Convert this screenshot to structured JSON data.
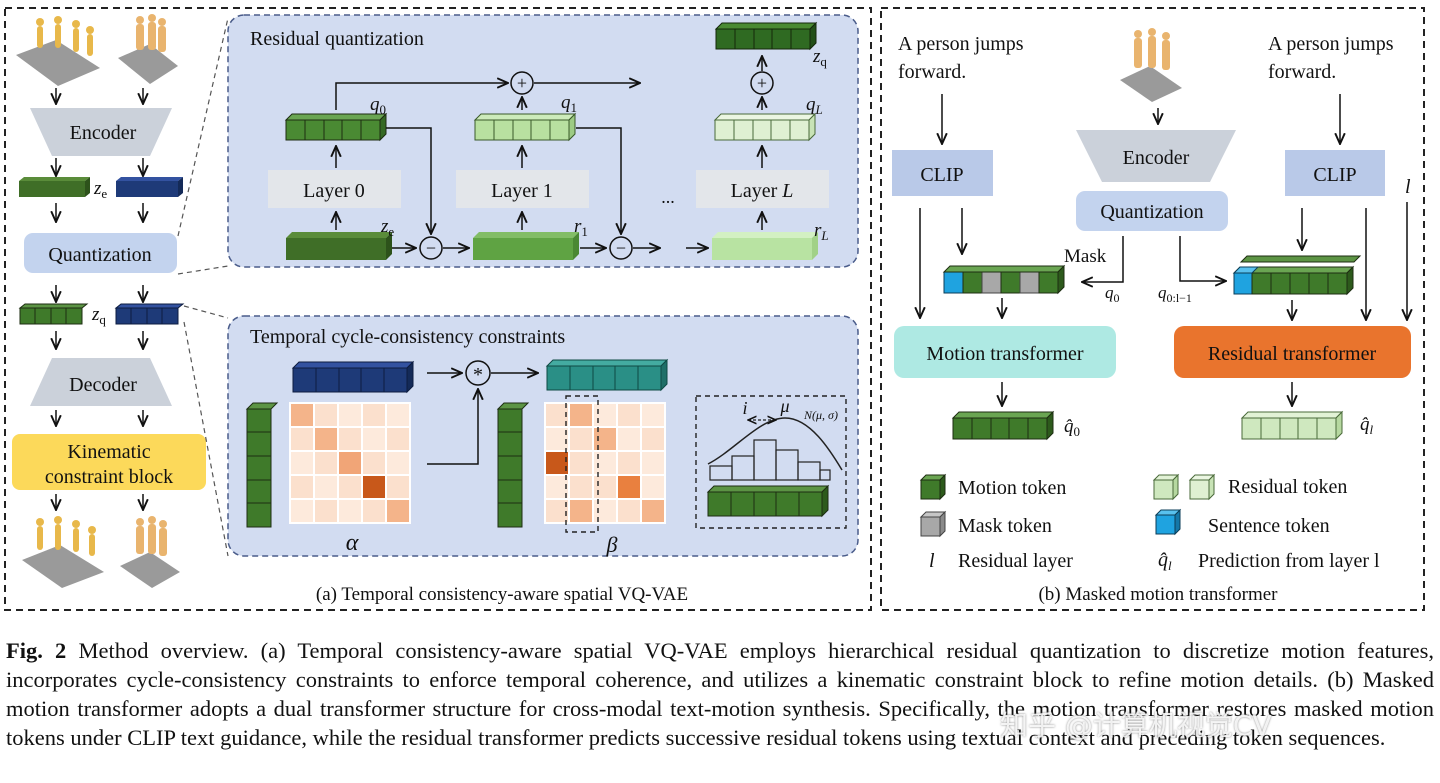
{
  "panel_a": {
    "encoder": "Encoder",
    "quantization": "Quantization",
    "decoder": "Decoder",
    "kinematic_line1": "Kinematic",
    "kinematic_line2": "constraint block",
    "z_e": "z",
    "z_e_sub": "e",
    "z_q": "z",
    "z_q_sub": "q",
    "caption": "(a) Temporal consistency-aware spatial VQ-VAE"
  },
  "residual_quantization": {
    "title": "Residual quantization",
    "layer0": "Layer 0",
    "layer1": "Layer 1",
    "layerL_prefix": "Layer ",
    "layerL_var": "L",
    "ellipsis": "...",
    "q0": "q",
    "q0_sub": "0",
    "q1": "q",
    "q1_sub": "1",
    "qL": "q",
    "qL_sub": "L",
    "zq": "z",
    "zq_sub": "q",
    "ze": "z",
    "ze_sub": "e",
    "r1": "r",
    "r1_sub": "1",
    "rL": "r",
    "rL_sub": "L",
    "plus": "+",
    "minus": "−"
  },
  "temporal_cycle": {
    "title": "Temporal cycle-consistency constraints",
    "alpha": "α",
    "beta": "β",
    "star": "*",
    "i": "i",
    "mu": "μ",
    "normal": "N(μ, σ)"
  },
  "panel_b": {
    "text_left_1": "A person jumps",
    "text_left_2": "forward.",
    "text_right_1": "A person jumps",
    "text_right_2": "forward.",
    "clip_left": "CLIP",
    "clip_right": "CLIP",
    "encoder": "Encoder",
    "quantization": "Quantization",
    "mask": "Mask",
    "q0_label": "q",
    "q0_label_sub": "0",
    "q0l_label": "q",
    "q0l_label_sub": "0:l−1",
    "l": "l",
    "motion_transformer": "Motion transformer",
    "residual_transformer": "Residual transformer",
    "q0hat": "q̂",
    "q0hat_sub": "0",
    "qlhat": "q̂",
    "qlhat_sub": "l",
    "caption": "(b) Masked motion transformer"
  },
  "legend": {
    "motion_token": "Motion token",
    "mask_token": "Mask token",
    "residual_layer_sym": "l",
    "residual_layer": "Residual layer",
    "residual_token": "Residual token",
    "sentence_token": "Sentence token",
    "prediction_sym": "q̂",
    "prediction_sym_sub": "l",
    "prediction": "Prediction from layer l"
  },
  "caption": {
    "label": "Fig. 2",
    "text": "Method overview. (a) Temporal consistency-aware spatial VQ-VAE employs hierarchical residual quantization to discretize motion features, incorporates cycle-consistency constraints to enforce temporal coherence, and utilizes a kinematic constraint block to refine motion details. (b) Masked motion transformer adopts a dual transformer structure for cross-modal text-motion synthesis. Specifically, the motion transformer restores masked motion tokens under CLIP text guidance, while the residual transformer predicts successive residual tokens using textual context and preceding token sequences."
  },
  "watermark": "知乎 @计算机视觉CV",
  "colors": {
    "motion_token": "#3f7a2a",
    "residual_token": "#cfe8bf",
    "sentence_token": "#1fa3e0",
    "mask_token": "#a8a8a8",
    "navy_token": "#1e3a78",
    "teal_token": "#2a8f86",
    "clip_box": "#b9c9e8",
    "motion_transformer": "#aee9e3",
    "residual_transformer": "#e9742d",
    "kinematic_block": "#fcd95a",
    "panel_bg": "#d2dcf1"
  }
}
